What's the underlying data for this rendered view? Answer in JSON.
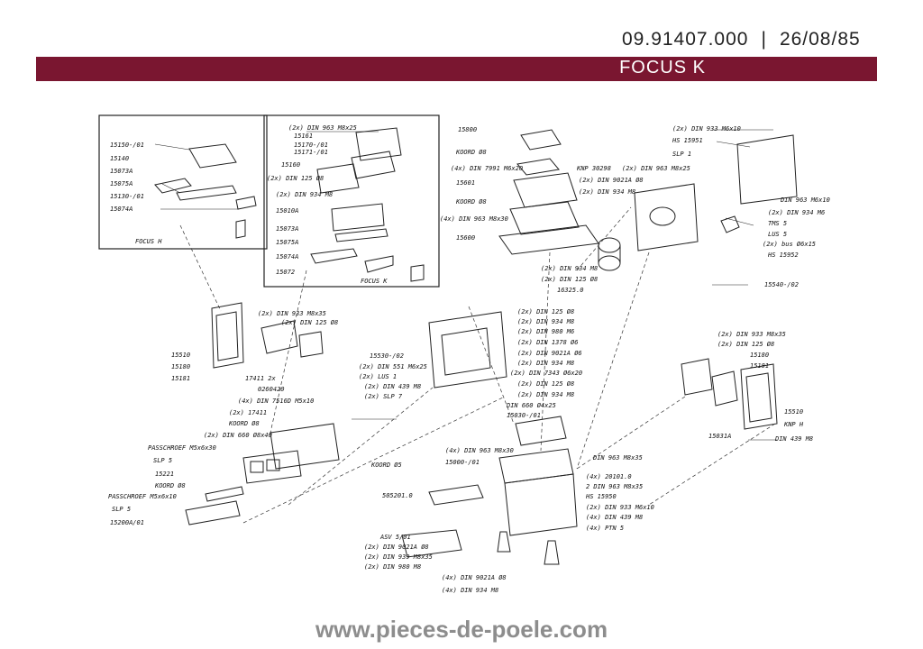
{
  "header": {
    "reference": "09.91407.000",
    "separator": "|",
    "date": "26/08/85",
    "model": "FOCUS K"
  },
  "inset_focus_h": {
    "caption": "FOCUS H",
    "labels": [
      "15150-/01",
      "15140",
      "15073A",
      "15075A",
      "15130-/01",
      "15074A"
    ]
  },
  "inset_focus_k": {
    "caption": "FOCUS K",
    "labels": [
      "(2x) DIN 963 M8x25",
      "15161",
      "15170-/01",
      "15171-/01",
      "15160",
      "(2x) DIN 125 Ø8",
      "(2x) DIN 934 M8",
      "15010A",
      "15073A",
      "15075A",
      "15074A",
      "15072"
    ]
  },
  "parts": {
    "top_center": [
      "15800",
      "KOORD Ø8",
      "(4x) DIN 7991 M6x20",
      "15601",
      "KOORD Ø8",
      "(4x) DIN 963 M8x30",
      "15600"
    ],
    "flue": [
      "KNP 30298",
      "(2x) DIN 963 M8x25",
      "(2x) DIN 9021A Ø8",
      "(2x) DIN 934 M8",
      "(2x) DIN 934 M8",
      "(2x) DIN 125 Ø8",
      "16325.0"
    ],
    "back": [
      "(2x) DIN 933 M6x10",
      "HS 15951",
      "SLP 1",
      "DIN 963 M6x10",
      "(2x) DIN 934 M6",
      "TMS 5",
      "LUS 5",
      "(2x) bus Ø6x15",
      "HS 15952",
      "15540-/02"
    ],
    "left_door": [
      "(2x) DIN 933 M8x35",
      "(2x) DIN 125 Ø8",
      "15510",
      "15180",
      "15181"
    ],
    "left_front": [
      "17411 2x",
      "0260420",
      "(4x) DIN 7516D M5x10",
      "(2x) 17411",
      "KOORD Ø8",
      "(2x) DIN 660 Ø8x40",
      "PASSCHROEF M5x6x30",
      "SLP 5",
      "15221",
      "KOORD Ø8",
      "PASSCHROEF M5x6x10",
      "SLP 5",
      "15200A/01",
      "KOORD Ø5"
    ],
    "center_frame": [
      "15530-/02",
      "(2x) DIN 551 M6x25",
      "(2x) LUS 1",
      "(2x) DIN 439 M8",
      "(2x) SLP 7",
      "(2x) DIN 125 Ø8",
      "(2x) DIN 934 M8",
      "(2x) DIN 980 M6",
      "(2x) DIN 1378 Ø6",
      "(2x) DIN 9021A Ø6",
      "(2x) DIN 934 M8",
      "(2x) DIN 7343 Ø6x20",
      "(2x) DIN 125 Ø8",
      "(2x) DIN 934 M8",
      "DIN 660 Ø4x25",
      "15030-/01"
    ],
    "right_door": [
      "(2x) DIN 933 M8x35",
      "(2x) DIN 125 Ø8",
      "15180",
      "15181",
      "15510",
      "KNP H",
      "15031A",
      "DIN 439 M8"
    ],
    "bottom": [
      "(4x) DIN 963 M8x30",
      "15000-/01",
      "DIN 963 M8x35",
      "(4x) 20101.0",
      "2 DIN 963 M8x35",
      "HS 15950",
      "(2x) DIN 933 M6x10",
      "(4x) DIN 439 M8",
      "(4x) PTN 5",
      "505201.0",
      "ASV 5/01",
      "(2x) DIN 9021A Ø8",
      "(2x) DIN 939 M8x35",
      "(2x) DIN 980 M8",
      "(4x) DIN 9021A Ø8",
      "(4x) DIN 934 M8"
    ]
  },
  "footer": {
    "website": "www.pieces-de-poele.com"
  }
}
